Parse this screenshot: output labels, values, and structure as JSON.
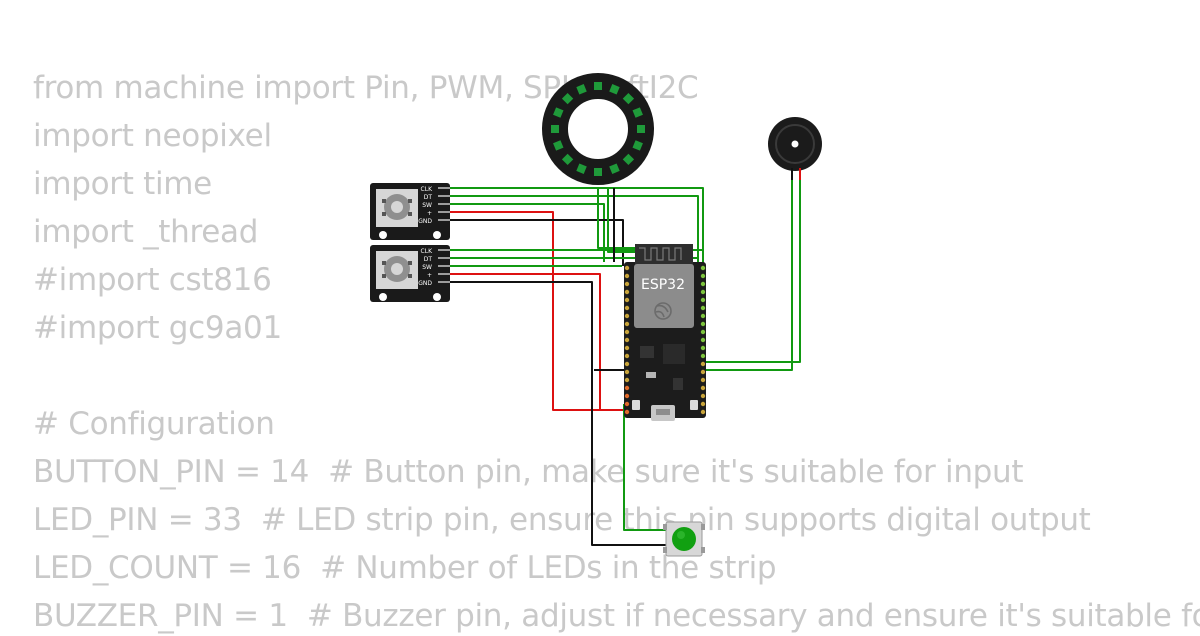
{
  "code_lines": [
    "from machine import Pin, PWM, SPI, SoftI2C",
    "import neopixel",
    "import time",
    "import _thread",
    "#import cst816",
    "#import gc9a01",
    "",
    "# Configuration",
    "BUTTON_PIN = 14  # Button pin, make sure it's suitable for input",
    "LED_PIN = 33  # LED strip pin, ensure this pin supports digital output",
    "LED_COUNT = 16  # Number of LEDs in the strip",
    "BUZZER_PIN = 1  # Buzzer pin, adjust if necessary and ensure it's suitable fo"
  ],
  "components": {
    "microcontroller": {
      "label": "ESP32"
    },
    "encoder_1": {
      "pins": [
        "CLK",
        "DT",
        "SW",
        "+",
        "GND"
      ]
    },
    "encoder_2": {
      "pins": [
        "CLK",
        "DT",
        "SW",
        "+",
        "GND"
      ]
    },
    "led_ring": {
      "led_count": 16
    },
    "buzzer": {},
    "pushbutton": {}
  },
  "colors": {
    "wire_signal": "#119911",
    "wire_power": "#dd1111",
    "wire_ground": "#111111",
    "code_text": "#c9c9c9",
    "board": "#1c1c1c",
    "button_cap": "#11a011"
  }
}
